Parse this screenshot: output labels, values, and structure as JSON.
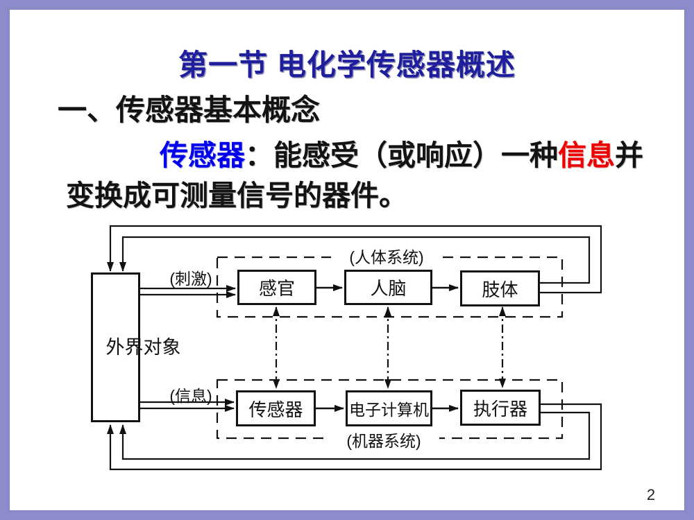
{
  "slide": {
    "title": "第一节 电化学传感器概述",
    "heading": "一、传感器基本概念",
    "definition": {
      "term": "传感器",
      "separator": "：",
      "lead": "能感受（或响应）一种",
      "highlight": "信息",
      "tail": "并",
      "line2": "变换成可测量信号的器件。"
    },
    "page_number": "2"
  },
  "diagram": {
    "external_object_label": "外界对象",
    "stimulus_label": "(刺激)",
    "information_label": "(信息)",
    "human_system_label": "(人体系统)",
    "machine_system_label": "(机器系统)",
    "human_row": [
      "感官",
      "人脑",
      "肢体"
    ],
    "machine_row": [
      "传感器",
      "电子计算机",
      "执行器"
    ]
  },
  "colors": {
    "frame_purple": "#8b8cc9",
    "title_navy": "#1f1f9e",
    "term_blue": "#0000ee",
    "highlight_red": "#ee0000",
    "ink": "#111111"
  }
}
